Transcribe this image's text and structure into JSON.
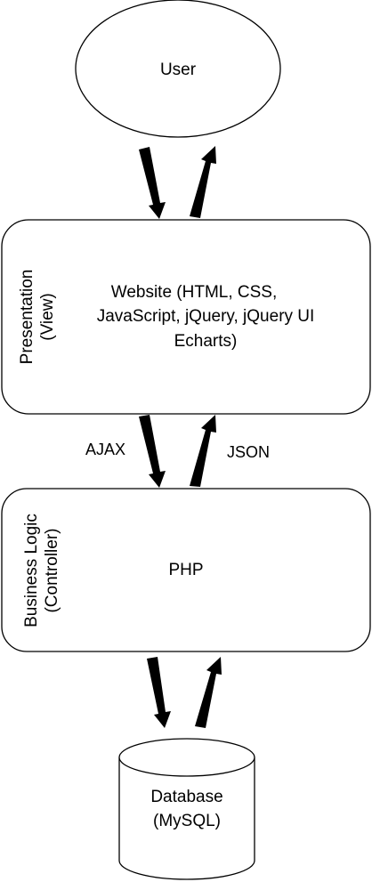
{
  "colors": {
    "stroke": "#000000",
    "fill": "#ffffff",
    "text": "#000000",
    "arrow": "#000000"
  },
  "nodes": {
    "user": {
      "label": "User"
    },
    "presentation": {
      "side_label_line1": "Presentation",
      "side_label_line2": "(View)",
      "content_line1": "Website (HTML, CSS,",
      "content_line2": "JavaScript, jQuery, jQuery UI",
      "content_line3": "Echarts)"
    },
    "business_logic": {
      "side_label_line1": "Business Logic",
      "side_label_line2": "(Controller)",
      "content": "PHP"
    },
    "database": {
      "label_line1": "Database",
      "label_line2": "(MySQL)"
    }
  },
  "edges": {
    "request_label": "AJAX",
    "response_label": "JSON"
  }
}
